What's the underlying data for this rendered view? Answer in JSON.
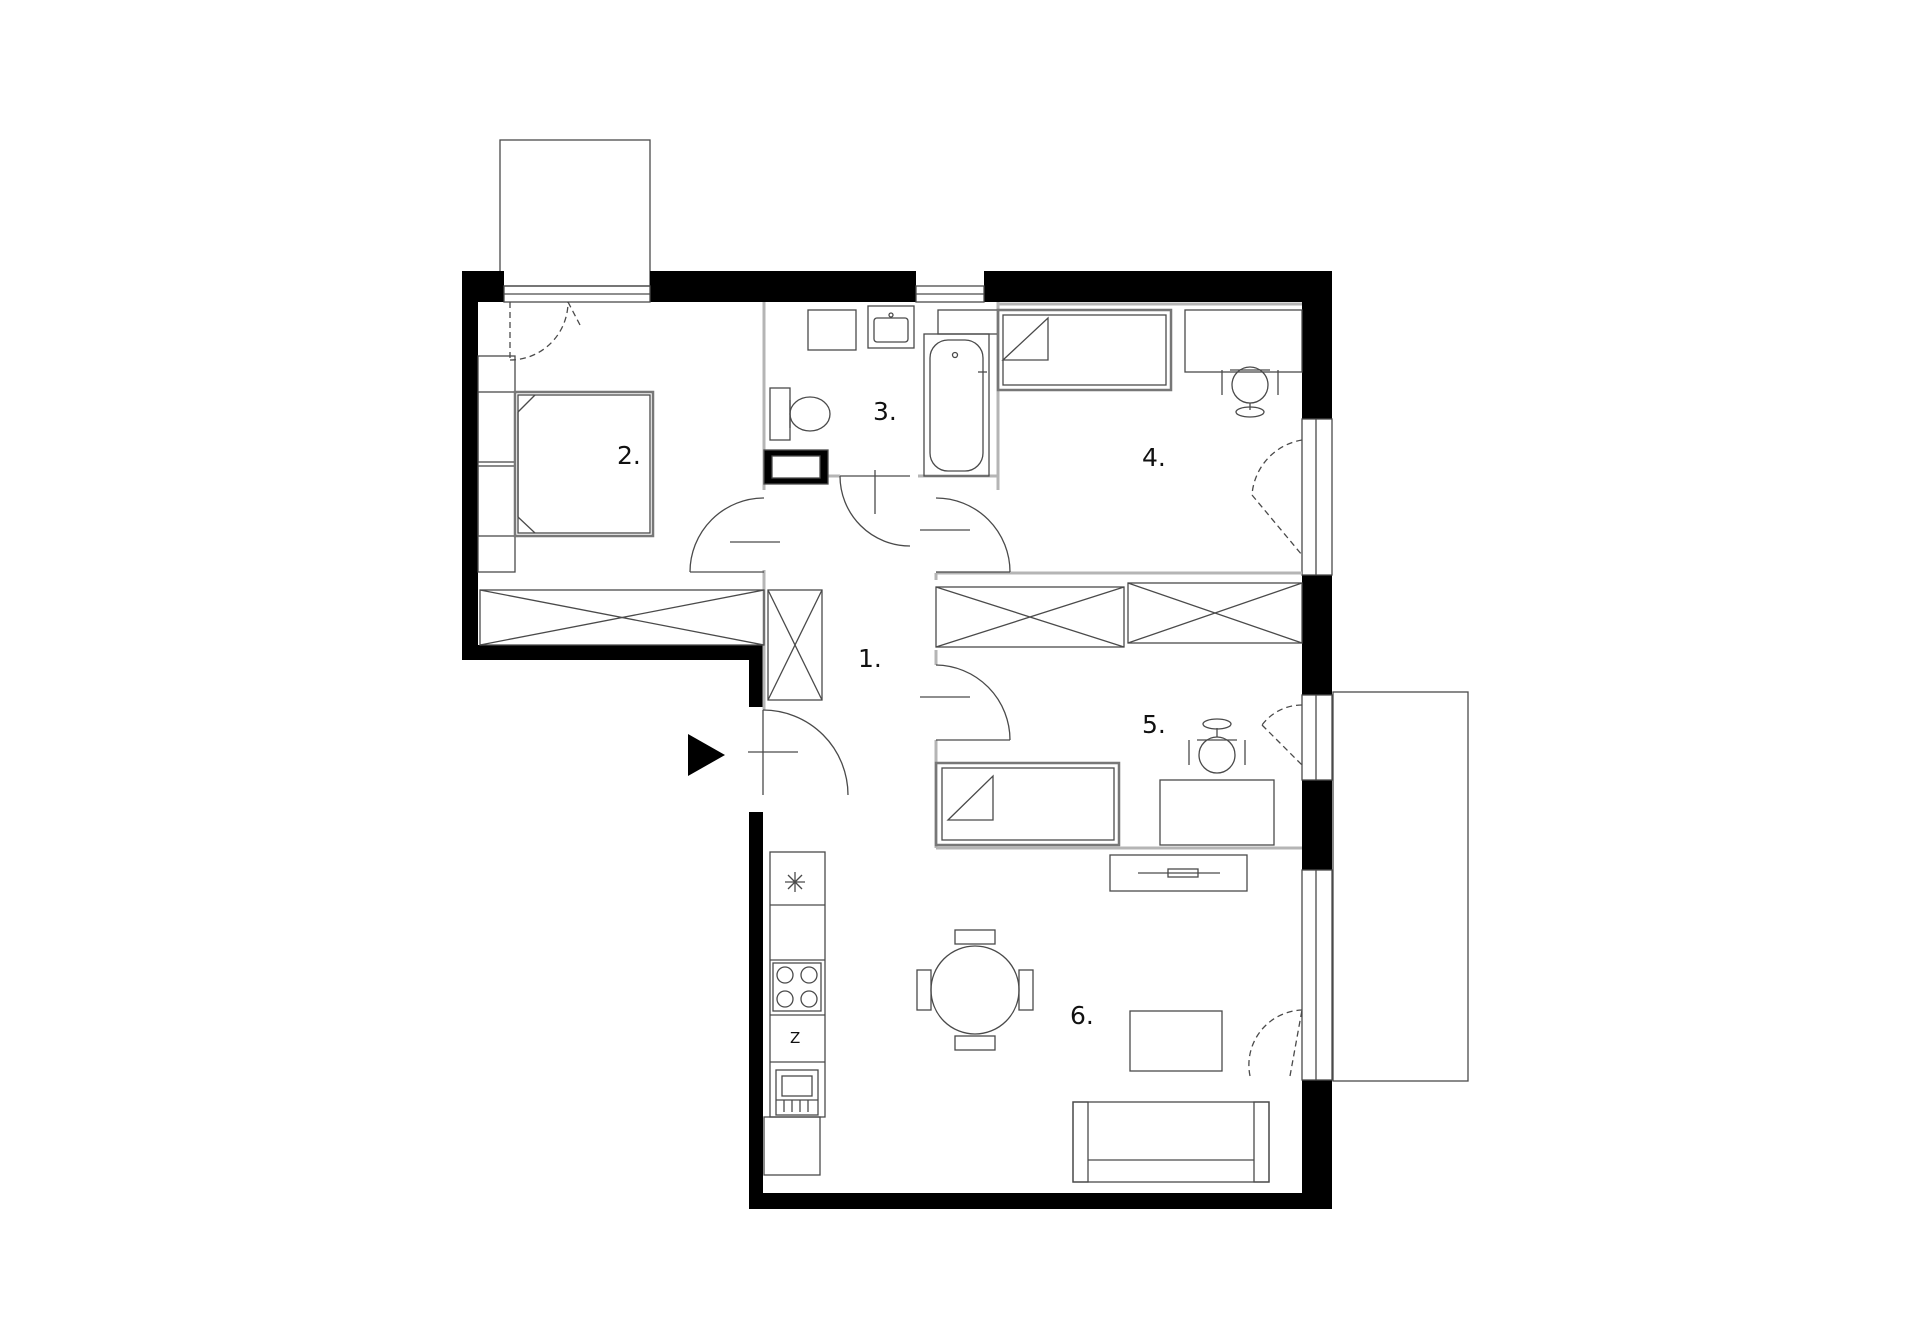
{
  "colors": {
    "wall": "#000000",
    "partition": "#b5b5b5",
    "line": "#4a4a4a",
    "background": "#ffffff"
  },
  "rooms": [
    {
      "id": "hall",
      "label": "1."
    },
    {
      "id": "bedroom",
      "label": "2."
    },
    {
      "id": "bathroom",
      "label": "3."
    },
    {
      "id": "room4",
      "label": "4."
    },
    {
      "id": "room5",
      "label": "5."
    },
    {
      "id": "living",
      "label": "6."
    }
  ],
  "fixtures": {
    "fridge_label": "Z"
  },
  "icons": [
    "entrance-arrow-icon",
    "fan-icon",
    "hob-icon",
    "sink-icon",
    "toilet-icon",
    "bathtub-icon",
    "bed-icon",
    "chair-icon",
    "table-icon",
    "sofa-icon"
  ]
}
